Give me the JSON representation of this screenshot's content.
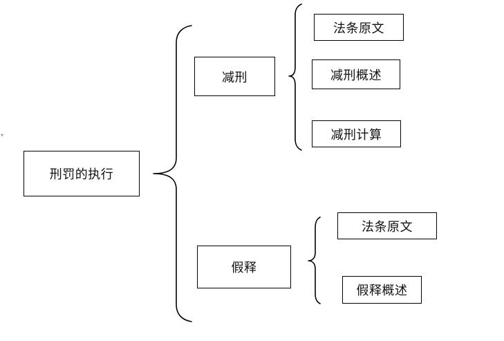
{
  "root": {
    "label": "刑罚的执行"
  },
  "branches": [
    {
      "label": "减刑",
      "children": [
        "法条原文",
        "减刑概述",
        "减刑计算"
      ]
    },
    {
      "label": "假释",
      "children": [
        "法条原文",
        "假释概述"
      ]
    }
  ],
  "colors": {
    "stroke": "#000000",
    "text": "#111111",
    "background": "#ffffff"
  }
}
